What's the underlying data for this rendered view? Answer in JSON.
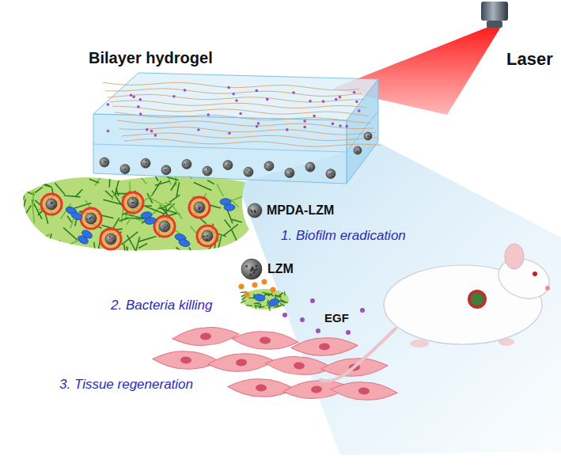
{
  "diagram": {
    "nodes": [
      {
        "text": [
          "Bilayer hydrogel"
        ]
      }
    ],
    "labels": [
      "Laser",
      "MPDA-LZM",
      "1. Biofilm eradication",
      "LZM",
      "2. Bacteria killing",
      "EGF",
      "3. Tissue regeneration"
    ]
  }
}
